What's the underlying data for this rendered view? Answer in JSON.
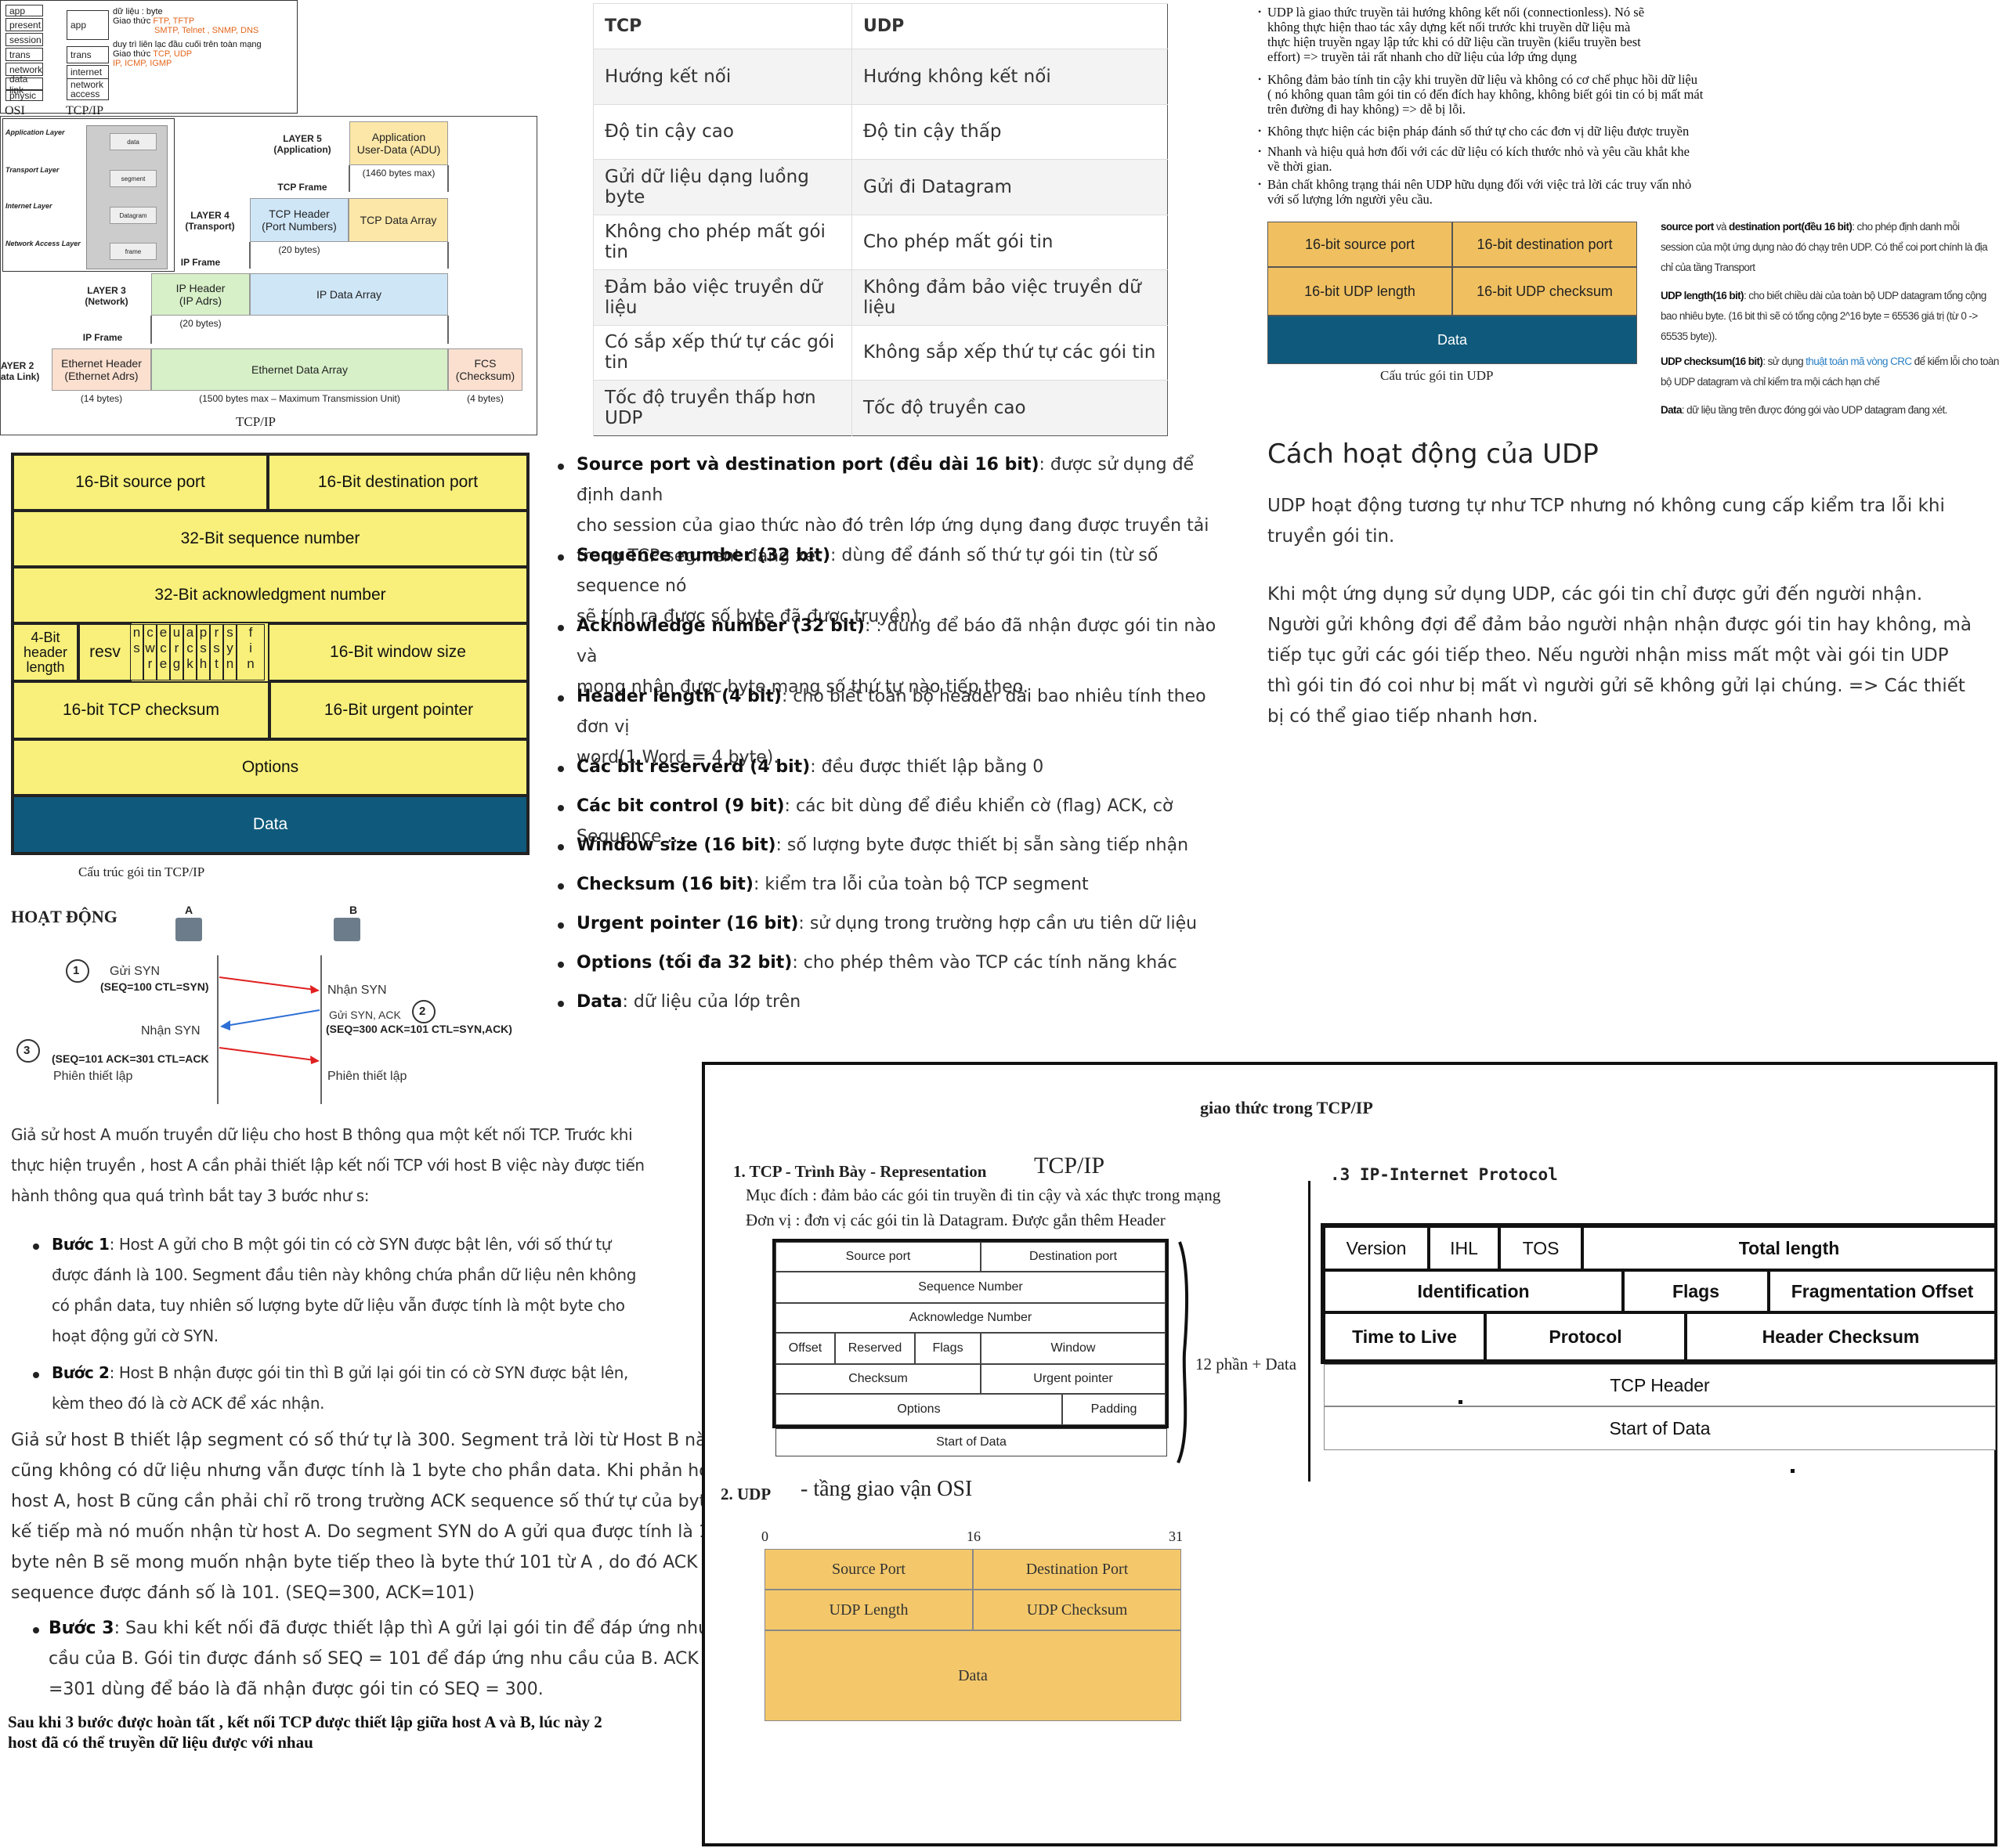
{
  "osi": {
    "layers": [
      "app",
      "present",
      "session",
      "trans",
      "network",
      "data link",
      "physic"
    ],
    "tcpip": [
      "app",
      "trans",
      "internet",
      "network access"
    ],
    "notes": {
      "n1": "dữ liệu : byte",
      "n2": "Giao thức",
      "n2v": "FTP, TFTP",
      "n3": "SMTP, Telnet , SNMP, DNS",
      "n4": "duy trì liên lạc đầu cuối trên toàn mạng",
      "n5": "Giao thức",
      "n5v": "TCP, UDP",
      "n6": "IP, ICMP, IGMP"
    },
    "label_osi": "OSI",
    "label_tcpip": "TCP/IP"
  },
  "encap": {
    "stack": [
      "Application Layer",
      "Transport Layer",
      "Internet Layer",
      "Network Access Layer"
    ],
    "stack_inner": [
      "data",
      "segment",
      "Datagram",
      "frame"
    ],
    "layer5": "LAYER 5\n(Application)",
    "app_data": "Application\nUser-Data (ADU)",
    "bytes1460": "(1460 bytes max)",
    "tcp_frame": "TCP Frame",
    "layer4": "LAYER 4\n(Transport)",
    "tcp_header": "TCP Header\n(Port Numbers)",
    "tcp_data": "TCP Data Array",
    "bytes20a": "(20 bytes)",
    "ip_frame": "IP Frame",
    "layer3": "LAYER 3\n(Network)",
    "ip_header": "IP Header\n(IP Adrs)",
    "ip_data": "IP Data Array",
    "bytes20b": "(20 bytes)",
    "ip_frame2": "IP Frame",
    "layer2": "AYER 2\nata Link)",
    "eth_header": "Ethernet Header\n(Ethernet Adrs)",
    "eth_data": "Ethernet Data Array",
    "fcs": "FCS\n(Checksum)",
    "bytes14": "(14 bytes)",
    "mtu": "(1500 bytes max – Maximum Transmission Unit)",
    "bytes4": "(4 bytes)",
    "caption": "TCP/IP"
  },
  "compare": {
    "header": [
      "TCP",
      "UDP"
    ],
    "rows": [
      [
        "Hướng kết nối",
        "Hướng không kết nối"
      ],
      [
        "Độ tin cậy cao",
        "Độ tin cậy thấp"
      ],
      [
        "Gửi dữ liệu dạng luồng byte",
        "Gửi đi Datagram"
      ],
      [
        "Không cho phép mất gói tin",
        "Cho phép mất gói tin"
      ],
      [
        "Đảm bảo việc truyền dữ liệu",
        "Không đảm bảo việc truyền dữ liệu"
      ],
      [
        "Có sắp xếp thứ tự các gói tin",
        "Không sắp xếp thứ tự các gói tin"
      ],
      [
        "Tốc độ truyền thấp hơn UDP",
        "Tốc độ truyền cao"
      ]
    ]
  },
  "udp_notes": [
    "UDP là giao thức truyền tải hướng không kết nối (connectionless). Nó sẽ\nkhông thực hiện thao tác xây dựng kết nối trước khi truyền dữ liệu mà\nthực hiện truyền ngay lập tức khi có dữ liệu cần truyền (kiểu truyền best\neffort) => truyền tải rất nhanh cho dữ liệu của lớp ứng dụng",
    "Không đảm bảo tính tin cậy khi truyền dữ liệu và không có cơ chế phục hồi dữ liệu\n( nó không quan tâm gói tin có đến đích hay không, không biết gói tin có bị mất mát\ntrên đường đi hay không) => dễ bị lỗi.",
    "Không thực hiện các biện pháp đánh số thứ tự cho các đơn vị dữ liệu được truyền",
    "Nhanh và hiệu quả hơn đối với các dữ liệu có kích thước nhỏ và yêu cầu khắt khe\nvề thời gian.",
    "Bản chất không trạng thái nên UDP hữu dụng đối với việc trả lời các truy vấn nhỏ\nvới số lượng lớn người yêu cầu."
  ],
  "udp_header": {
    "src": "16-bit source port",
    "dst": "16-bit destination port",
    "len": "16-bit UDP length",
    "chk": "16-bit UDP checksum",
    "data": "Data",
    "caption": "Cấu trúc gói tin UDP"
  },
  "udp_side": {
    "t1a": "source port",
    "t1b": " và ",
    "t1c": "destination port(đều 16 bit)",
    "t1d": ": cho phép định danh mỗi",
    "t1e": "session của một ứng dụng nào đó chạy trên UDP. Có thể coi port chính là địa",
    "t1f": "chỉ của tầng Transport",
    "t2a": "UDP length(16 bit)",
    "t2b": ": cho biết chiều dài của toàn bộ UDP datagram tổng cộng",
    "t2c": "bao nhiêu byte. (16 bit thì sẽ có tổng cộng 2^16 byte = 65536 giá trị (từ 0 ->",
    "t2d": "65535 byte)).",
    "t3a": "UDP checksum(16 bit)",
    "t3b": ": sử dụng ",
    "t3c": "thuật toán mã vòng CRC",
    "t3d": " để kiểm lỗi cho toàn",
    "t3e": "bộ UDP datagram và chỉ kiểm tra mội cách hạn chế",
    "t4a": "Data",
    "t4b": ": dữ liệu tầng trên được đóng gói vào UDP datagram đang xét."
  },
  "udp_how": {
    "title": "Cách hoạt động của UDP",
    "p1": "UDP hoạt động tương tự như TCP nhưng nó không cung cấp kiểm tra lỗi khi truyền gói tin.",
    "p2": "Khi một ứng dụng sử dụng UDP, các gói tin chỉ được gửi đến người nhận. Người gửi không đợi để đảm bảo người nhận nhận được gói tin hay không, mà tiếp tục gửi các gói tiếp theo. Nếu người nhận miss mất một vài gói tin UDP thì gói tin đó coi như bị mất vì người gửi sẽ không gửi lại chúng. => Các thiết bị có thể giao tiếp nhanh hơn."
  },
  "tcp_header": {
    "src": "16-Bit source port",
    "dst": "16-Bit destination port",
    "seq": "32-Bit sequence number",
    "ack": "32-Bit acknowledgment number",
    "hlen": "4-Bit\nheader\nlength",
    "resv": "resv",
    "flags": [
      "n\ns",
      "c\nw\nr",
      "e\nc\ne",
      "u\nr\ng",
      "a\nc\nk",
      "p\ns\nh",
      "r\ns\nt",
      "s\ny\nn",
      "f\ni\nn"
    ],
    "win": "16-Bit window size",
    "chk": "16-bit TCP checksum",
    "urg": "16-Bit urgent pointer",
    "opt": "Options",
    "data": "Data",
    "caption": "Cấu trúc gói tin TCP/IP"
  },
  "tcp_fields": [
    {
      "k": "Source port và destination port (đều dài 16 bit)",
      "v": ": được sử dụng để định danh",
      "l2": "cho session của giao thức nào đó trên lớp ứng dụng đang được truyền tải",
      "l3": "trong TCP segment đang xét"
    },
    {
      "k": "Sequence number (32 bit)",
      "v": ": dùng để đánh số thứ tự gói tin (từ số sequence nó",
      "l2": "sẽ tính ra được số byte đã được truyền)."
    },
    {
      "k": "Acknowledge number (32 bit)",
      "v": ": : dùng để báo đã nhận được gói tin nào và",
      "l2": "mong nhận được byte mang số thứ tự nào tiếp theo."
    },
    {
      "k": "Header length (4 bit)",
      "v": ": cho biết toàn bộ header dài bao nhiêu tính theo đơn vị",
      "l2": "word(1 Word = 4 byte)."
    },
    {
      "k": "Các bit reserverd (4 bit)",
      "v": ": đều được thiết lập bằng 0"
    },
    {
      "k": "Các bit control (9 bit)",
      "v": ": các bit dùng để điều khiển cờ (flag) ACK, cờ Sequence ..."
    },
    {
      "k": "Window size (16 bit)",
      "v": ": số lượng byte được thiết bị sẵn sàng tiếp nhận"
    },
    {
      "k": "Checksum (16 bit)",
      "v": ": kiểm tra lỗi của toàn bộ TCP segment"
    },
    {
      "k": "Urgent pointer (16 bit)",
      "v": ": sử dụng trong trường hợp cần ưu tiên dữ liệu"
    },
    {
      "k": "Options (tối đa 32 bit)",
      "v": ": cho phép thêm vào TCP các tính năng khác"
    },
    {
      "k": "Data",
      "v": ": dữ liệu của lớp trên"
    }
  ],
  "handshake": {
    "title": "HOẠT ĐỘNG",
    "a": "A",
    "b": "B",
    "s1": "Gửi SYN",
    "s1b": "(SEQ=100 CTL=SYN)",
    "r1": "Nhận SYN",
    "s2": "Gửi SYN, ACK",
    "s2b": "(SEQ=300 ACK=101 CTL=SYN,ACK)",
    "r2": "Nhận SYN",
    "s3": "(SEQ=101 ACK=301 CTL=ACK",
    "s3b": "Phiên thiết lập",
    "r3": "Phiên thiết lập",
    "n1": "1",
    "n2": "2",
    "n3": "3"
  },
  "handshake_text": {
    "intro1": "Giả sử host A muốn truyền dữ liệu cho host B thông qua một kết nối TCP. Trước khi",
    "intro2": "thực hiện truyền , host A cần phải thiết lập kết nối TCP với host B việc này được tiến",
    "intro3": "hành thông qua quá trình bắt tay 3 bước như s:",
    "b1k": "Bước 1",
    "b1": ": Host A gửi cho B một gói tin có cờ SYN được bật lên, với số thứ tự",
    "b1l2": "được đánh là 100. Segment đầu tiên này không chứa phần dữ liệu nên không",
    "b1l3": "có phần data, tuy nhiên số lượng byte dữ liệu vẫn được tính là một byte cho",
    "b1l4": "hoạt động gửi cờ SYN.",
    "b2k": "Bước 2",
    "b2": ": Host B nhận được gói tin thì B gửi lại gói tin có cờ SYN được bật lên,",
    "b2l2": "kèm theo đó là cờ ACK để xác nhận.",
    "p1": "Giả sử host B thiết lập segment có số thứ tự là 300. Segment trả lời từ Host B này",
    "p2": "cũng không có dữ liệu nhưng vẫn được tính là 1 byte cho phần data. Khi phản hồi lại",
    "p3": "host A, host B cũng cần phải chỉ rõ trong trường ACK sequence số thứ tự của byte",
    "p4": "kế tiếp mà nó muốn nhận từ host A. Do segment SYN do A gửi qua được tính là 1",
    "p5": "byte nên B sẽ mong muốn nhận byte tiếp theo là byte thứ 101 từ A , do đó ACK",
    "p6": "sequence được đánh số là 101. (SEQ=300, ACK=101)",
    "b3k": "Bước 3",
    "b3": ": Sau khi kết nối đã được thiết lập thì A gửi lại gói tin để đáp ứng nhu",
    "b3l2": "cầu của B. Gói tin được đánh số SEQ = 101 để đáp ứng nhu cầu của B. ACK",
    "b3l3": "=301 dùng để báo là đã nhận được gói tin có SEQ = 300.",
    "final1": "Sau khi 3 bước được hoàn tất , kết nối TCP được thiết lập giữa host A và B, lúc này 2",
    "final2": "host đã có thể truyền dữ liệu được với nhau"
  },
  "notes": {
    "title": "giao thức trong TCP/IP",
    "tcp_h": "1. TCP   - Trình Bày - Representation",
    "tcpip": "TCP/IP",
    "muc": "Mục đích : đảm bảo các gói tin truyền đi tin cậy và xác thực trong mạng",
    "donvi": "Đơn vị : đơn vị các gói tin là Datagram. Được gắn thêm Header",
    "tcp_box": {
      "src": "Source port",
      "dst": "Destination port",
      "seq": "Sequence Number",
      "ack": "Acknowledge Number",
      "off": "Offset",
      "res": "Reserved",
      "flg": "Flags",
      "win": "Window",
      "chk": "Checksum",
      "urg": "Urgent pointer",
      "opt": "Options",
      "pad": "Padding",
      "sod": "Start of Data"
    },
    "parts": "12 phần + Data",
    "ip_h": ".3 IP-Internet Protocol",
    "ip_box": {
      "ver": "Version",
      "ihl": "IHL",
      "tos": "TOS",
      "tl": "Total length",
      "id": "Identification",
      "flags": "Flags",
      "frag": "Fragmentation Offset",
      "ttl": "Time to Live",
      "proto": "Protocol",
      "hc": "Header Checksum",
      "tcph": "TCP Header",
      "sod": "Start of Data"
    },
    "udp_h": "2. UDP",
    "udp_h2": "- tầng giao vận  OSI",
    "udp_box": {
      "b0": "0",
      "b16": "16",
      "b31": "31",
      "src": "Source Port",
      "dst": "Destination Port",
      "len": "UDP Length",
      "chk": "UDP Checksum",
      "data": "Data"
    }
  }
}
